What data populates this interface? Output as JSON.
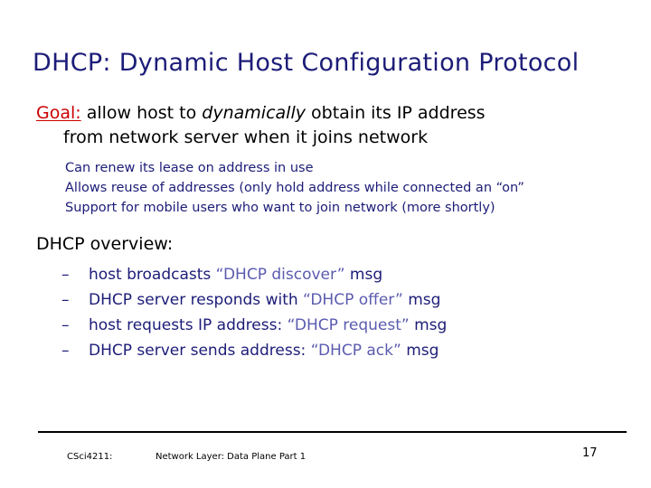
{
  "slide": {
    "title": "DHCP: Dynamic Host Configuration Protocol",
    "goal": {
      "label": "Goal:",
      "text_before_italic": " allow host to ",
      "italic_text": "dynamically",
      "text_after_italic": " obtain its IP address",
      "continuation": "from network server when it joins network"
    },
    "sub_bullets": [
      "Can renew its lease on address in use",
      "Allows reuse of addresses (only hold address while connected an “on”",
      "Support for mobile users who want to join network (more shortly)"
    ],
    "overview_heading": "DHCP overview:",
    "overview_items": [
      {
        "marker": "–",
        "prefix": "host broadcasts ",
        "highlight": "“DHCP discover”",
        "suffix": " msg"
      },
      {
        "marker": "–",
        "prefix": "DHCP server responds with ",
        "highlight": "“DHCP offer”",
        "suffix": " msg"
      },
      {
        "marker": "–",
        "prefix": "host requests IP address: ",
        "highlight": "“DHCP request”",
        "suffix": " msg"
      },
      {
        "marker": "–",
        "prefix": "DHCP server sends address: ",
        "highlight": "“DHCP ack”",
        "suffix": " msg"
      }
    ],
    "footer": {
      "course": "CSci4211:",
      "subject": "Network Layer: Data Plane Part 1",
      "page_number": "17"
    },
    "colors": {
      "title": "#1c1c78",
      "body_navy": "#1c1c78",
      "goal_red": "#cc0000",
      "highlight_violet": "#5b5bb0",
      "black": "#000000",
      "background": "#ffffff"
    }
  }
}
